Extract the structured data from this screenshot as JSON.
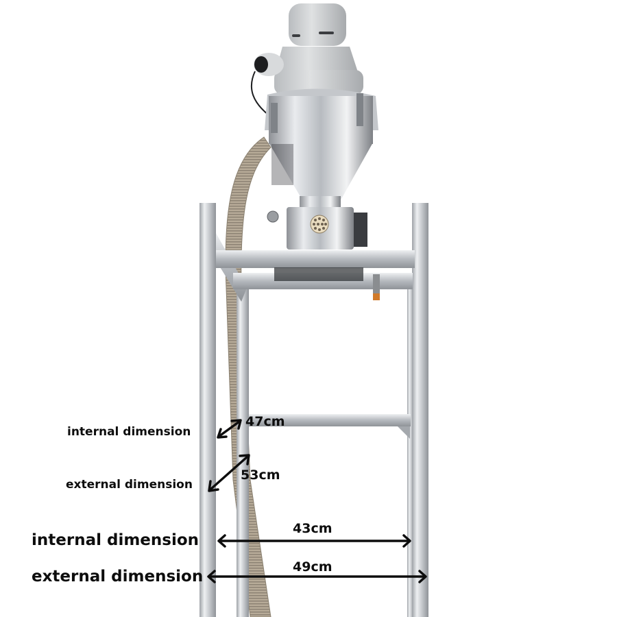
{
  "image": {
    "subject": "vacuum hopper loader on aluminum frame stand",
    "background_color": "#ffffff",
    "annotation_color": "#0d0d0d"
  },
  "annotations": {
    "depth": [
      {
        "label": "internal dimension",
        "value": "47cm"
      },
      {
        "label": "external dimension",
        "value": "53cm"
      }
    ],
    "width": [
      {
        "label": "internal dimension",
        "value": "43cm"
      },
      {
        "label": "external dimension",
        "value": "49cm"
      }
    ]
  }
}
